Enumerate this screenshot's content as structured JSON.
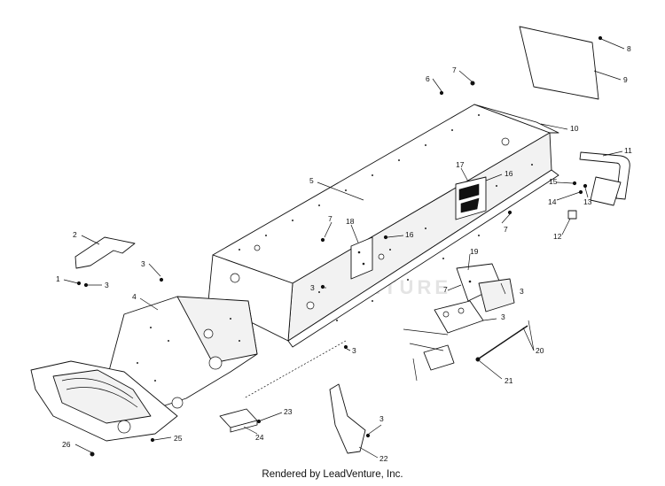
{
  "footer": {
    "text": "Rendered by LeadVenture, Inc."
  },
  "watermark": {
    "text": "LEADVENTURE"
  },
  "callouts": {
    "c1": "1",
    "c2": "2",
    "c3a": "3",
    "c3b": "3",
    "c3c": "3",
    "c3d": "3",
    "c3e": "3",
    "c3f": "3",
    "c3g": "3",
    "c4": "4",
    "c5": "5",
    "c6": "6",
    "c7a": "7",
    "c7b": "7",
    "c7c": "7",
    "c7d": "7",
    "c8": "8",
    "c9": "9",
    "c10": "10",
    "c11": "11",
    "c12": "12",
    "c13": "13",
    "c14": "14",
    "c15": "15",
    "c16a": "16",
    "c16b": "16",
    "c17": "17",
    "c18": "18",
    "c19": "19",
    "c20": "20",
    "c21": "21",
    "c22": "22",
    "c23": "23",
    "c24": "24",
    "c25": "25",
    "c26": "26"
  }
}
